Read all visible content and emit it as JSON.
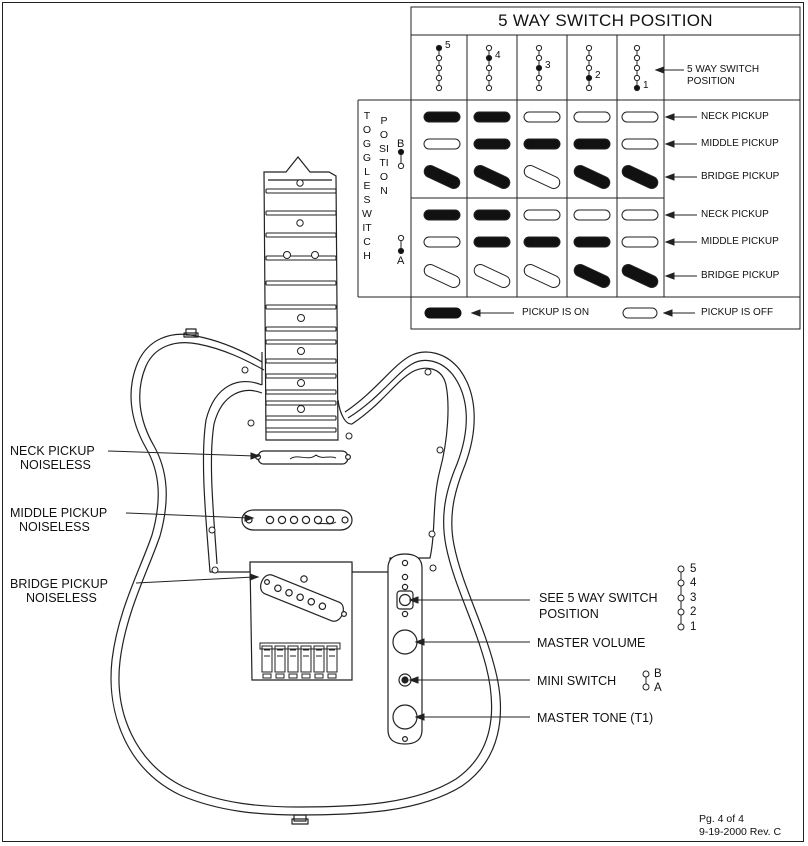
{
  "table": {
    "title": "5 WAY SWITCH POSITION",
    "header_label": [
      "5 WAY SWITCH",
      "POSITION"
    ],
    "column_positions": [
      "5",
      "4",
      "3",
      "2",
      "1"
    ],
    "toggle_label_1": "TOGGLE SWITCH",
    "toggle_label_2": "POSITION",
    "toggle_b": "B",
    "toggle_a": "A",
    "rows_b": [
      {
        "label": "NECK PICKUP",
        "states": [
          "on",
          "on",
          "off",
          "off",
          "off"
        ]
      },
      {
        "label": "MIDDLE PICKUP",
        "states": [
          "off",
          "on",
          "on",
          "on",
          "off"
        ]
      },
      {
        "label": "BRIDGE PICKUP",
        "states": [
          "on",
          "on",
          "off",
          "on",
          "on"
        ]
      }
    ],
    "rows_a": [
      {
        "label": "NECK PICKUP",
        "states": [
          "on",
          "on",
          "off",
          "off",
          "off"
        ]
      },
      {
        "label": "MIDDLE PICKUP",
        "states": [
          "off",
          "on",
          "on",
          "on",
          "off"
        ]
      },
      {
        "label": "BRIDGE PICKUP",
        "states": [
          "off",
          "off",
          "off",
          "on",
          "on"
        ]
      }
    ],
    "legend_on": "PICKUP IS ON",
    "legend_off": "PICKUP IS OFF"
  },
  "callouts": {
    "neck_pickup": [
      "NECK PICKUP",
      "NOISELESS"
    ],
    "middle_pickup": [
      "MIDDLE PICKUP",
      "NOISELESS"
    ],
    "bridge_pickup": [
      "BRIDGE PICKUP",
      "NOISELESS"
    ],
    "switch": [
      "SEE  5 WAY SWITCH",
      "POSITION"
    ],
    "switch_positions": [
      "5",
      "4",
      "3",
      "2",
      "1"
    ],
    "master_volume": "MASTER VOLUME",
    "mini_switch": "MINI SWITCH",
    "mini_positions": [
      "B",
      "A"
    ],
    "master_tone": "MASTER TONE (T1)"
  },
  "footer": {
    "page": "Pg. 4 of 4",
    "date_rev": "9-19-2000   Rev. C"
  }
}
